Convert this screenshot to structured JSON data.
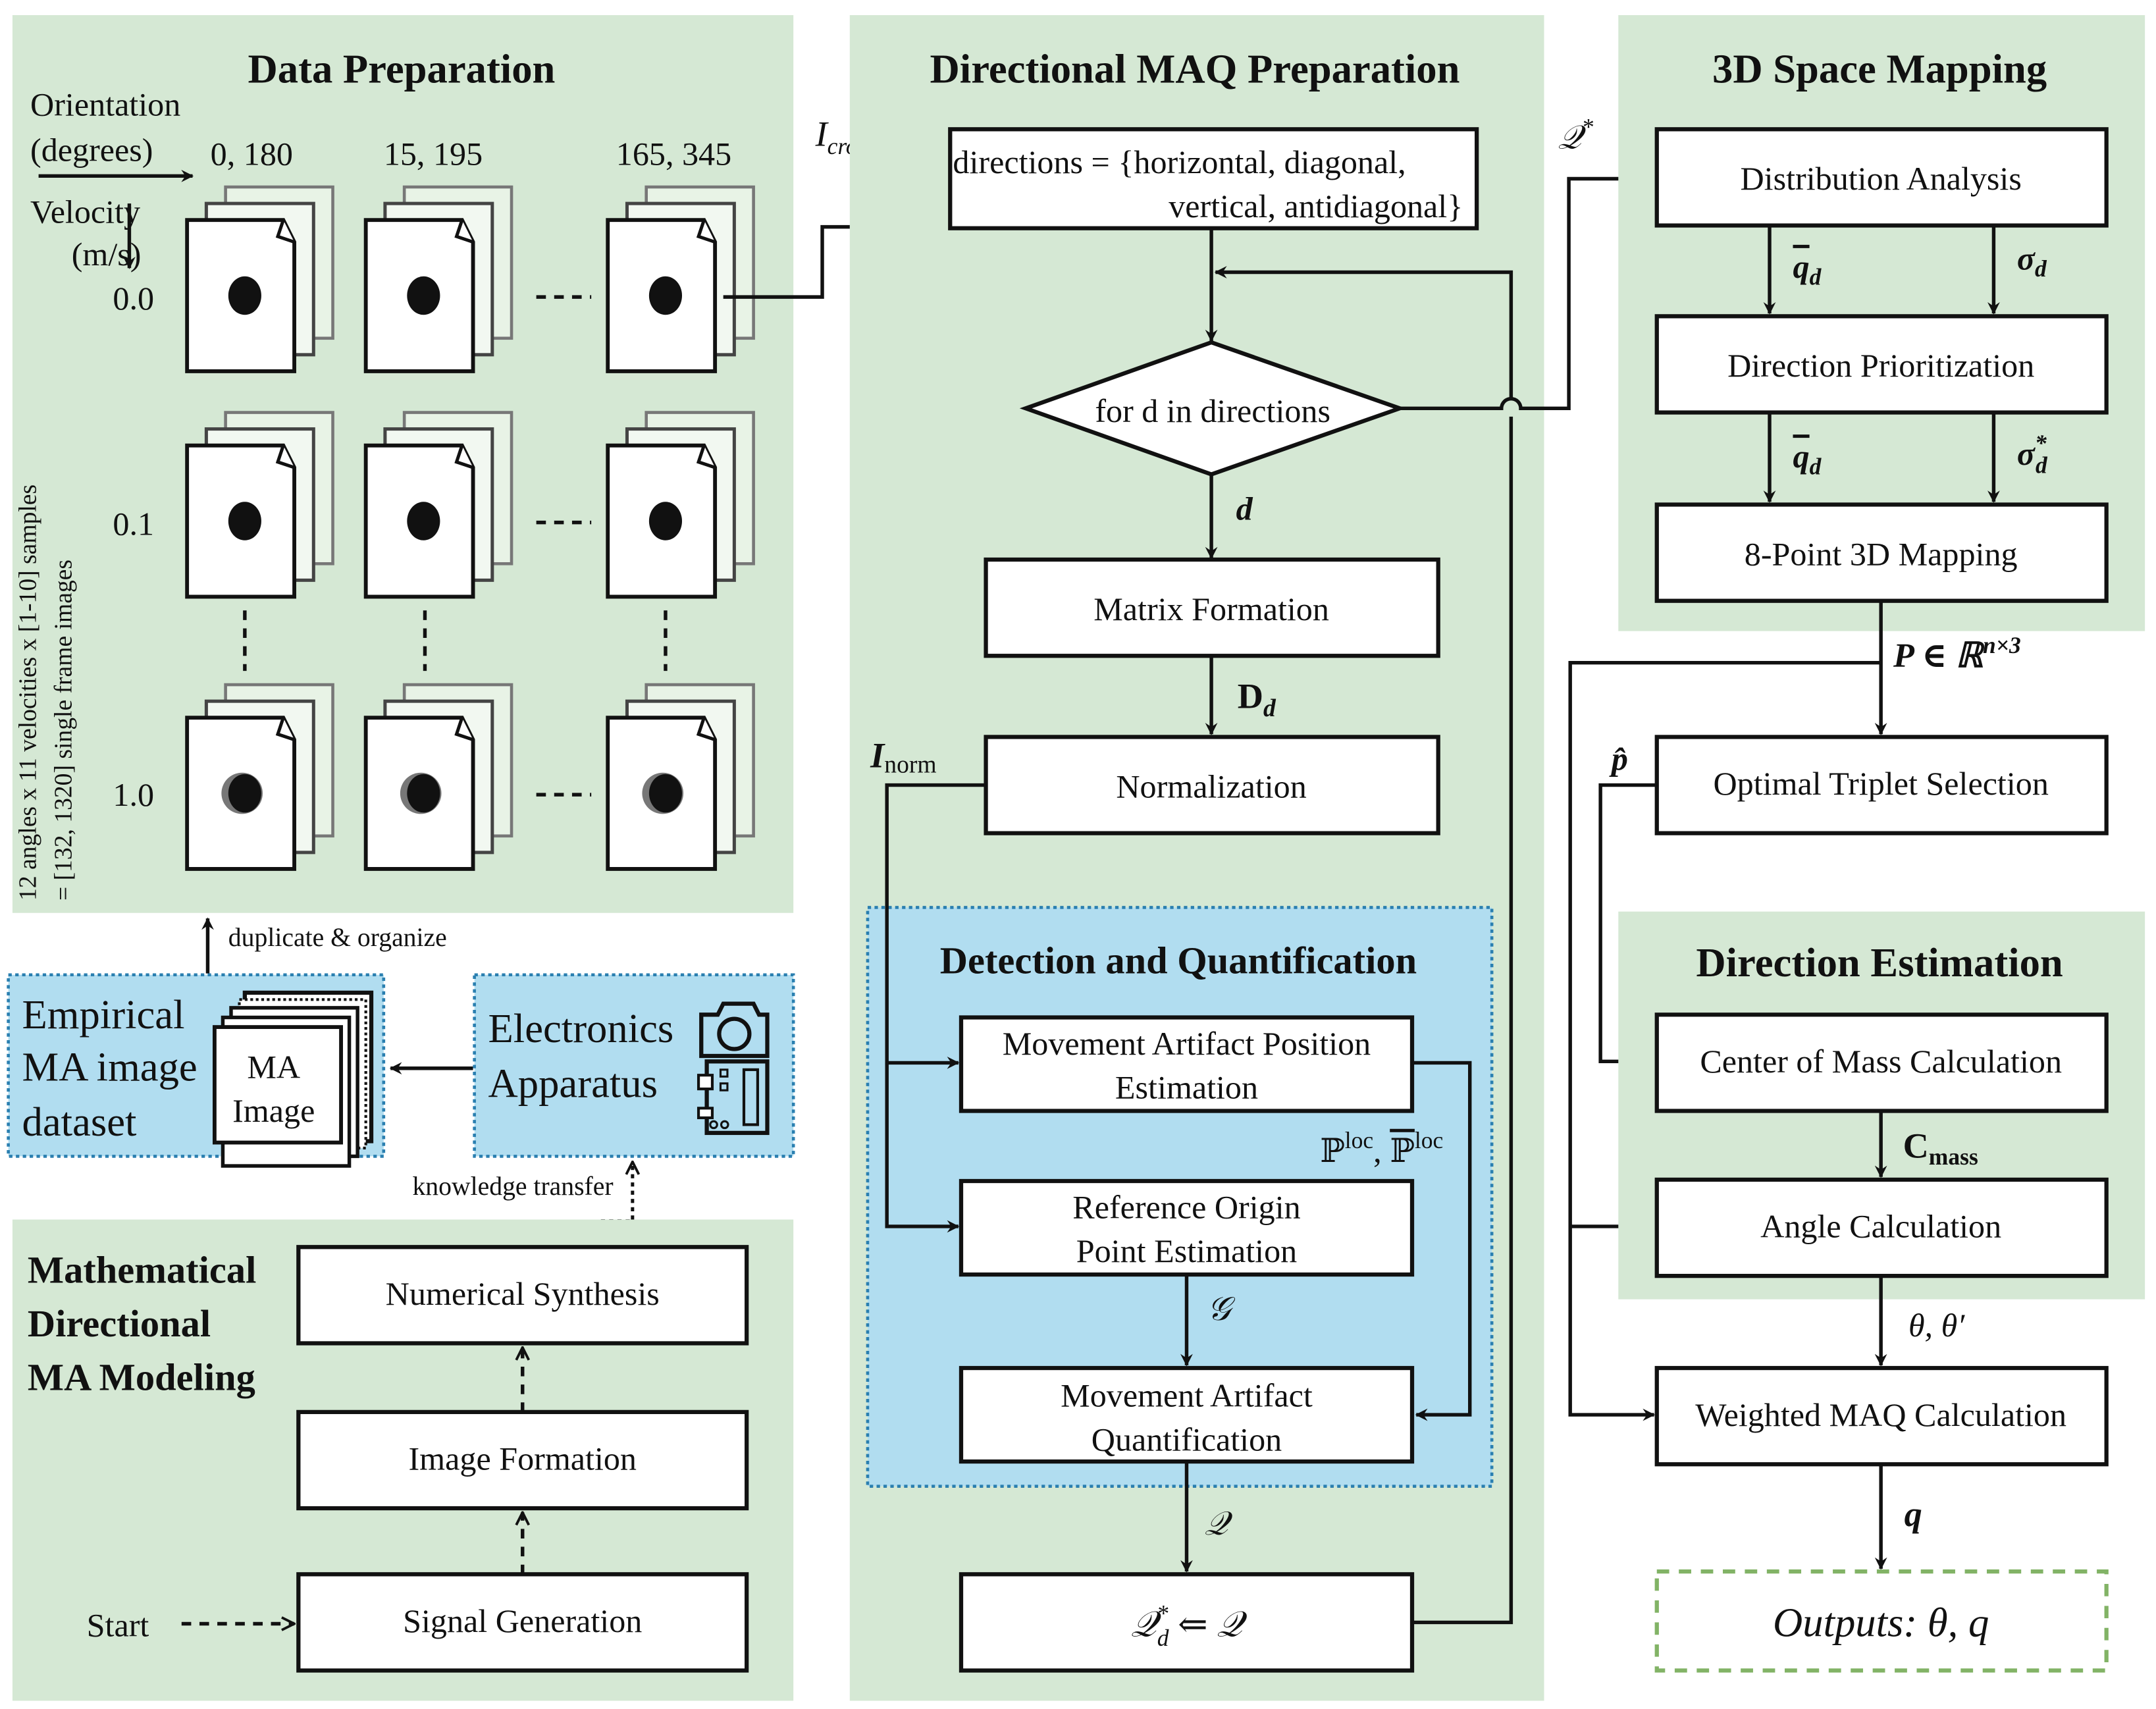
{
  "colors": {
    "panel_green": "#d5e8d4",
    "panel_blue": "#b1ddf0",
    "blue_border": "#2a7fb0",
    "output_border": "#82b366",
    "line": "#111111"
  },
  "data_preparation": {
    "title": "Data Preparation",
    "orientation_label_1": "Orientation",
    "orientation_label_2": "(degrees)",
    "velocity_label_1": "Velocity",
    "velocity_label_2": "(m/s)",
    "orientations": [
      "0, 180",
      "15, 195",
      "165, 345"
    ],
    "velocities": [
      "0.0",
      "0.1",
      "1.0"
    ],
    "side_note_1": "12 angles x 11 velocities x [1-10] samples",
    "side_note_2": "= [132, 1320] single frame images"
  },
  "empirical": {
    "title_1": "Empirical",
    "title_2": "MA image",
    "title_3": "dataset",
    "stack_label_1": "MA",
    "stack_label_2": "Image",
    "arrow_up_label": "duplicate & organize"
  },
  "electronics": {
    "title_1": "Electronics",
    "title_2": "Apparatus",
    "icons": [
      "camera-icon",
      "circuit-board-icon"
    ],
    "arrow_label": "knowledge transfer"
  },
  "modeling": {
    "title_1": "Mathematical",
    "title_2": "Directional",
    "title_3": "MA Modeling",
    "steps": [
      "Numerical Synthesis",
      "Image Formation",
      "Signal Generation"
    ],
    "start_label": "Start"
  },
  "maq_prep": {
    "title": "Directional MAQ Preparation",
    "input_label": "I",
    "input_sub": "crop",
    "directions_1": "directions = {horizontal, diagonal,",
    "directions_2": "vertical, antidiagonal}",
    "loop": "for d in directions",
    "d_label": "d",
    "matrix": "Matrix Formation",
    "dd_label": "D",
    "dd_sub": "d",
    "normalization": "Normalization",
    "inorm_label": "I",
    "inorm_sub": "norm",
    "q_label": "𝒬",
    "assign": "𝒬",
    "assign_sup": "*",
    "assign_sub": "d",
    "assign_rhs": " ⇐ 𝒬"
  },
  "detection": {
    "title": "Detection and Quantification",
    "position_1": "Movement Artifact Position",
    "position_2": "Estimation",
    "ploc_label": "ℙ",
    "ploc_sup": "loc",
    "ploc_sep": ", ",
    "reference_1": "Reference Origin",
    "reference_2": "Point Estimation",
    "g_label": "𝒢",
    "quant_1": "Movement Artifact",
    "quant_2": "Quantification"
  },
  "mapping": {
    "title": "3D Space Mapping",
    "qstar_label": "𝒬",
    "qstar_sup": "*",
    "distribution": "Distribution Analysis",
    "qbar_label": "q",
    "qbar_sub": "d",
    "sigma_label": "σ",
    "sigma_sub": "d",
    "sigma_sup": "*",
    "prioritization": "Direction Prioritization",
    "eight_point": "8-Point 3D Mapping",
    "p_label": "P ∈ ℝ",
    "p_sup": "n×3",
    "triplet": "Optimal Triplet Selection",
    "phat_label": "p̂"
  },
  "direction_estimation": {
    "title": "Direction Estimation",
    "center_mass": "Center of Mass Calculation",
    "cmass_label": "C",
    "cmass_sub": "mass",
    "angle": "Angle Calculation",
    "theta_label": "θ, θ′",
    "weighted": "Weighted MAQ Calculation",
    "q_label": "q",
    "outputs": "Outputs: θ,  q"
  }
}
